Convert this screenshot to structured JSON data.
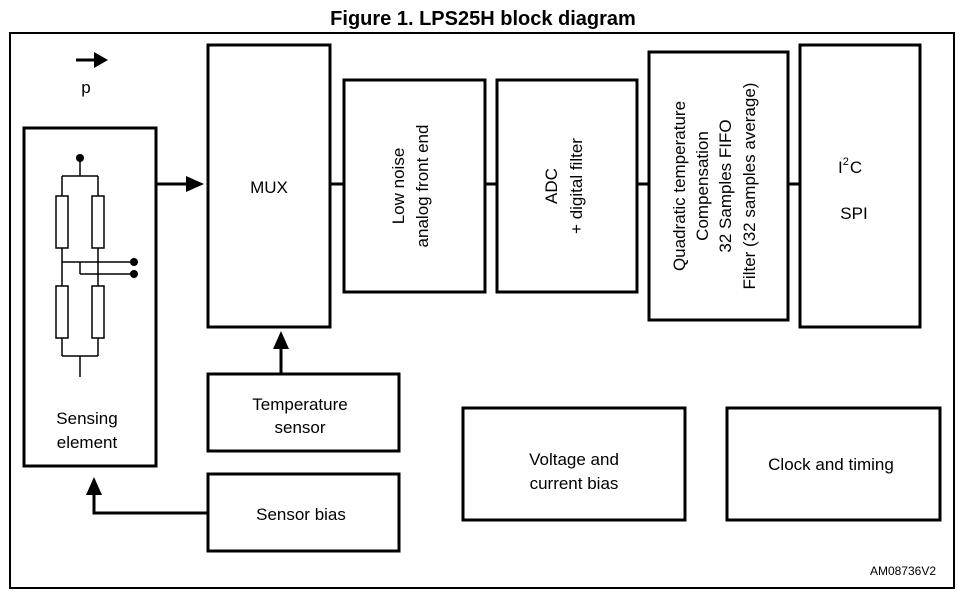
{
  "title": "Figure 1. LPS25H block diagram",
  "pressure_label": "p",
  "blocks": {
    "sensing_element": [
      "Sensing",
      "element"
    ],
    "mux": "MUX",
    "low_noise": [
      "Low noise",
      "analog front end"
    ],
    "adc": [
      "ADC",
      "+ digital filter"
    ],
    "quadratic": [
      "Quadratic temperature",
      "Compensation",
      "32 Samples FIFO",
      "Filter (32 samples average)"
    ],
    "interface": {
      "i2c_base": "I",
      "i2c_sup": "2",
      "i2c_tail": "C",
      "spi": "SPI"
    },
    "temperature_sensor": [
      "Temperature",
      "sensor"
    ],
    "voltage_bias": [
      "Voltage and",
      "current bias"
    ],
    "clock": "Clock and timing",
    "sensor_bias": "Sensor bias"
  },
  "reference_code": "AM08736V2",
  "icons": {
    "pressure_arrow": "arrow-right-icon",
    "resistor_bridge": "wheatstone-bridge-icon"
  }
}
